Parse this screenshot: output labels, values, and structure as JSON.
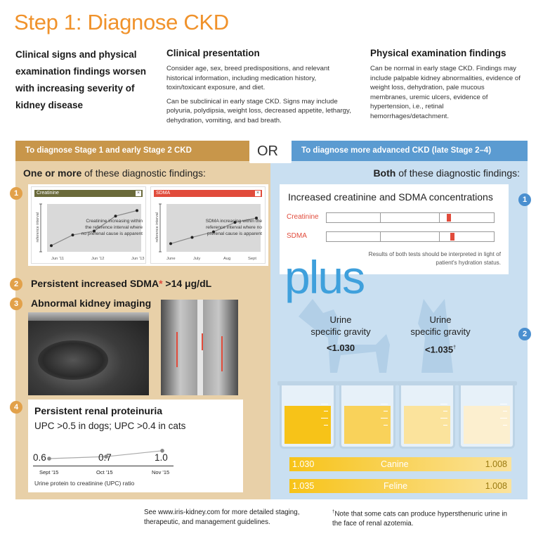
{
  "title": "Step 1: Diagnose CKD",
  "intro": "Clinical signs and physical examination findings worsen with increasing severity of kidney disease",
  "clinical": {
    "heading": "Clinical presentation",
    "p1": "Consider age, sex, breed predispositions, and relevant historical information, including medication history, toxin/toxicant exposure, and diet.",
    "p2": "Can be subclinical in early stage CKD. Signs may include polyuria, polydipsia, weight loss, decreased appetite, lethargy, dehydration, vomiting, and bad breath."
  },
  "physical": {
    "heading": "Physical examination findings",
    "p1": "Can be normal in early stage CKD. Findings may include palpable kidney abnormalities, evidence of weight loss, dehydration, pale mucous membranes, uremic ulcers, evidence of hypertension, i.e., retinal hemorrhages/detachment."
  },
  "left": {
    "header": "To diagnose Stage 1 and early Stage 2 CKD",
    "sub_bold": "One or more",
    "sub_rest": " of these diagnostic findings:",
    "item1": {
      "num": "1",
      "chart1": {
        "tab": "Creatinine",
        "ylabel": "reference interval",
        "note": "Creatinine increasing within the reference interval where no prerenal cause is apparent",
        "xticks": [
          "Jun '11",
          "Jun '12",
          "Jun '13"
        ],
        "values": [
          0.05,
          0.32,
          0.42,
          0.8,
          0.94
        ],
        "color": "#6a6a3a"
      },
      "chart2": {
        "tab": "SDMA",
        "ylabel": "reference interval",
        "note": "SDMA increasing within the reference interval where no prerenal cause is apparent",
        "xticks": [
          "June",
          "July",
          "Aug",
          "Sept"
        ],
        "values": [
          0.1,
          0.26,
          0.4,
          0.64,
          0.75
        ],
        "color": "#e14b3b"
      }
    },
    "item2": {
      "num": "2",
      "text": "Persistent increased SDMA",
      "star": "*",
      "value": " >14 μg/dL"
    },
    "item3": {
      "num": "3",
      "text": "Abnormal kidney imaging"
    },
    "item4": {
      "num": "4",
      "title": "Persistent renal proteinuria",
      "sub": "UPC >0.5 in dogs; UPC >0.4 in cats",
      "points": [
        {
          "value": "0.6",
          "date": "Sept '15",
          "v": 0.6
        },
        {
          "value": "0.7",
          "date": "Oct '15",
          "v": 0.7
        },
        {
          "value": "1.0",
          "date": "Nov '15",
          "v": 1.0
        }
      ],
      "caption": "Urine protein to creatinine (UPC) ratio"
    }
  },
  "or": "OR",
  "right": {
    "header": "To diagnose more advanced CKD (late Stage 2–4)",
    "sub_bold": "Both",
    "sub_rest": " of these diagnostic findings:",
    "item1": {
      "num": "1",
      "title": "Increased creatinine and SDMA concentrations",
      "rows": [
        {
          "label": "Creatinine",
          "marker": 0.72
        },
        {
          "label": "SDMA",
          "marker": 0.74
        }
      ],
      "note": "Results of both tests should be interpreted in light of patient's hydration status.",
      "label_color": "#e14b3b"
    },
    "plus": "plus",
    "item2": {
      "num": "2",
      "dog_l1": "Urine",
      "dog_l2": "specific gravity",
      "dog_val": "<1.030",
      "cat_l1": "Urine",
      "cat_l2": "specific gravity",
      "cat_val": "<1.035",
      "cat_dagger": "†"
    },
    "beakers": [
      {
        "color": "#f7c318",
        "level": 0.9
      },
      {
        "color": "#f9d25a",
        "level": 0.9
      },
      {
        "color": "#fbe39c",
        "level": 0.9
      },
      {
        "color": "#fcefcf",
        "level": 0.9
      }
    ],
    "bars": [
      {
        "left": "1.030",
        "mid": "Canine",
        "right": "1.008"
      },
      {
        "left": "1.035",
        "mid": "Feline",
        "right": "1.008"
      }
    ]
  },
  "footer": {
    "left": "See www.iris-kidney.com for more detailed staging, therapeutic, and management guidelines.",
    "dagger": "†",
    "right": "Note that some cats can produce hypersthenuric urine in the face of renal azotemia."
  }
}
